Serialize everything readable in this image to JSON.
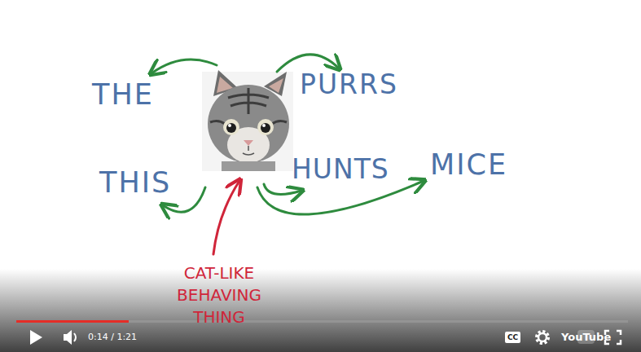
{
  "diagram": {
    "labels": [
      "THE",
      "PURRS",
      "THIS",
      "HUNTS",
      "MICE",
      "CAT-LIKE BEHAVING THING",
      "0:14 / 1:21",
      "CC",
      "YouTube"
    ]
  }
}
